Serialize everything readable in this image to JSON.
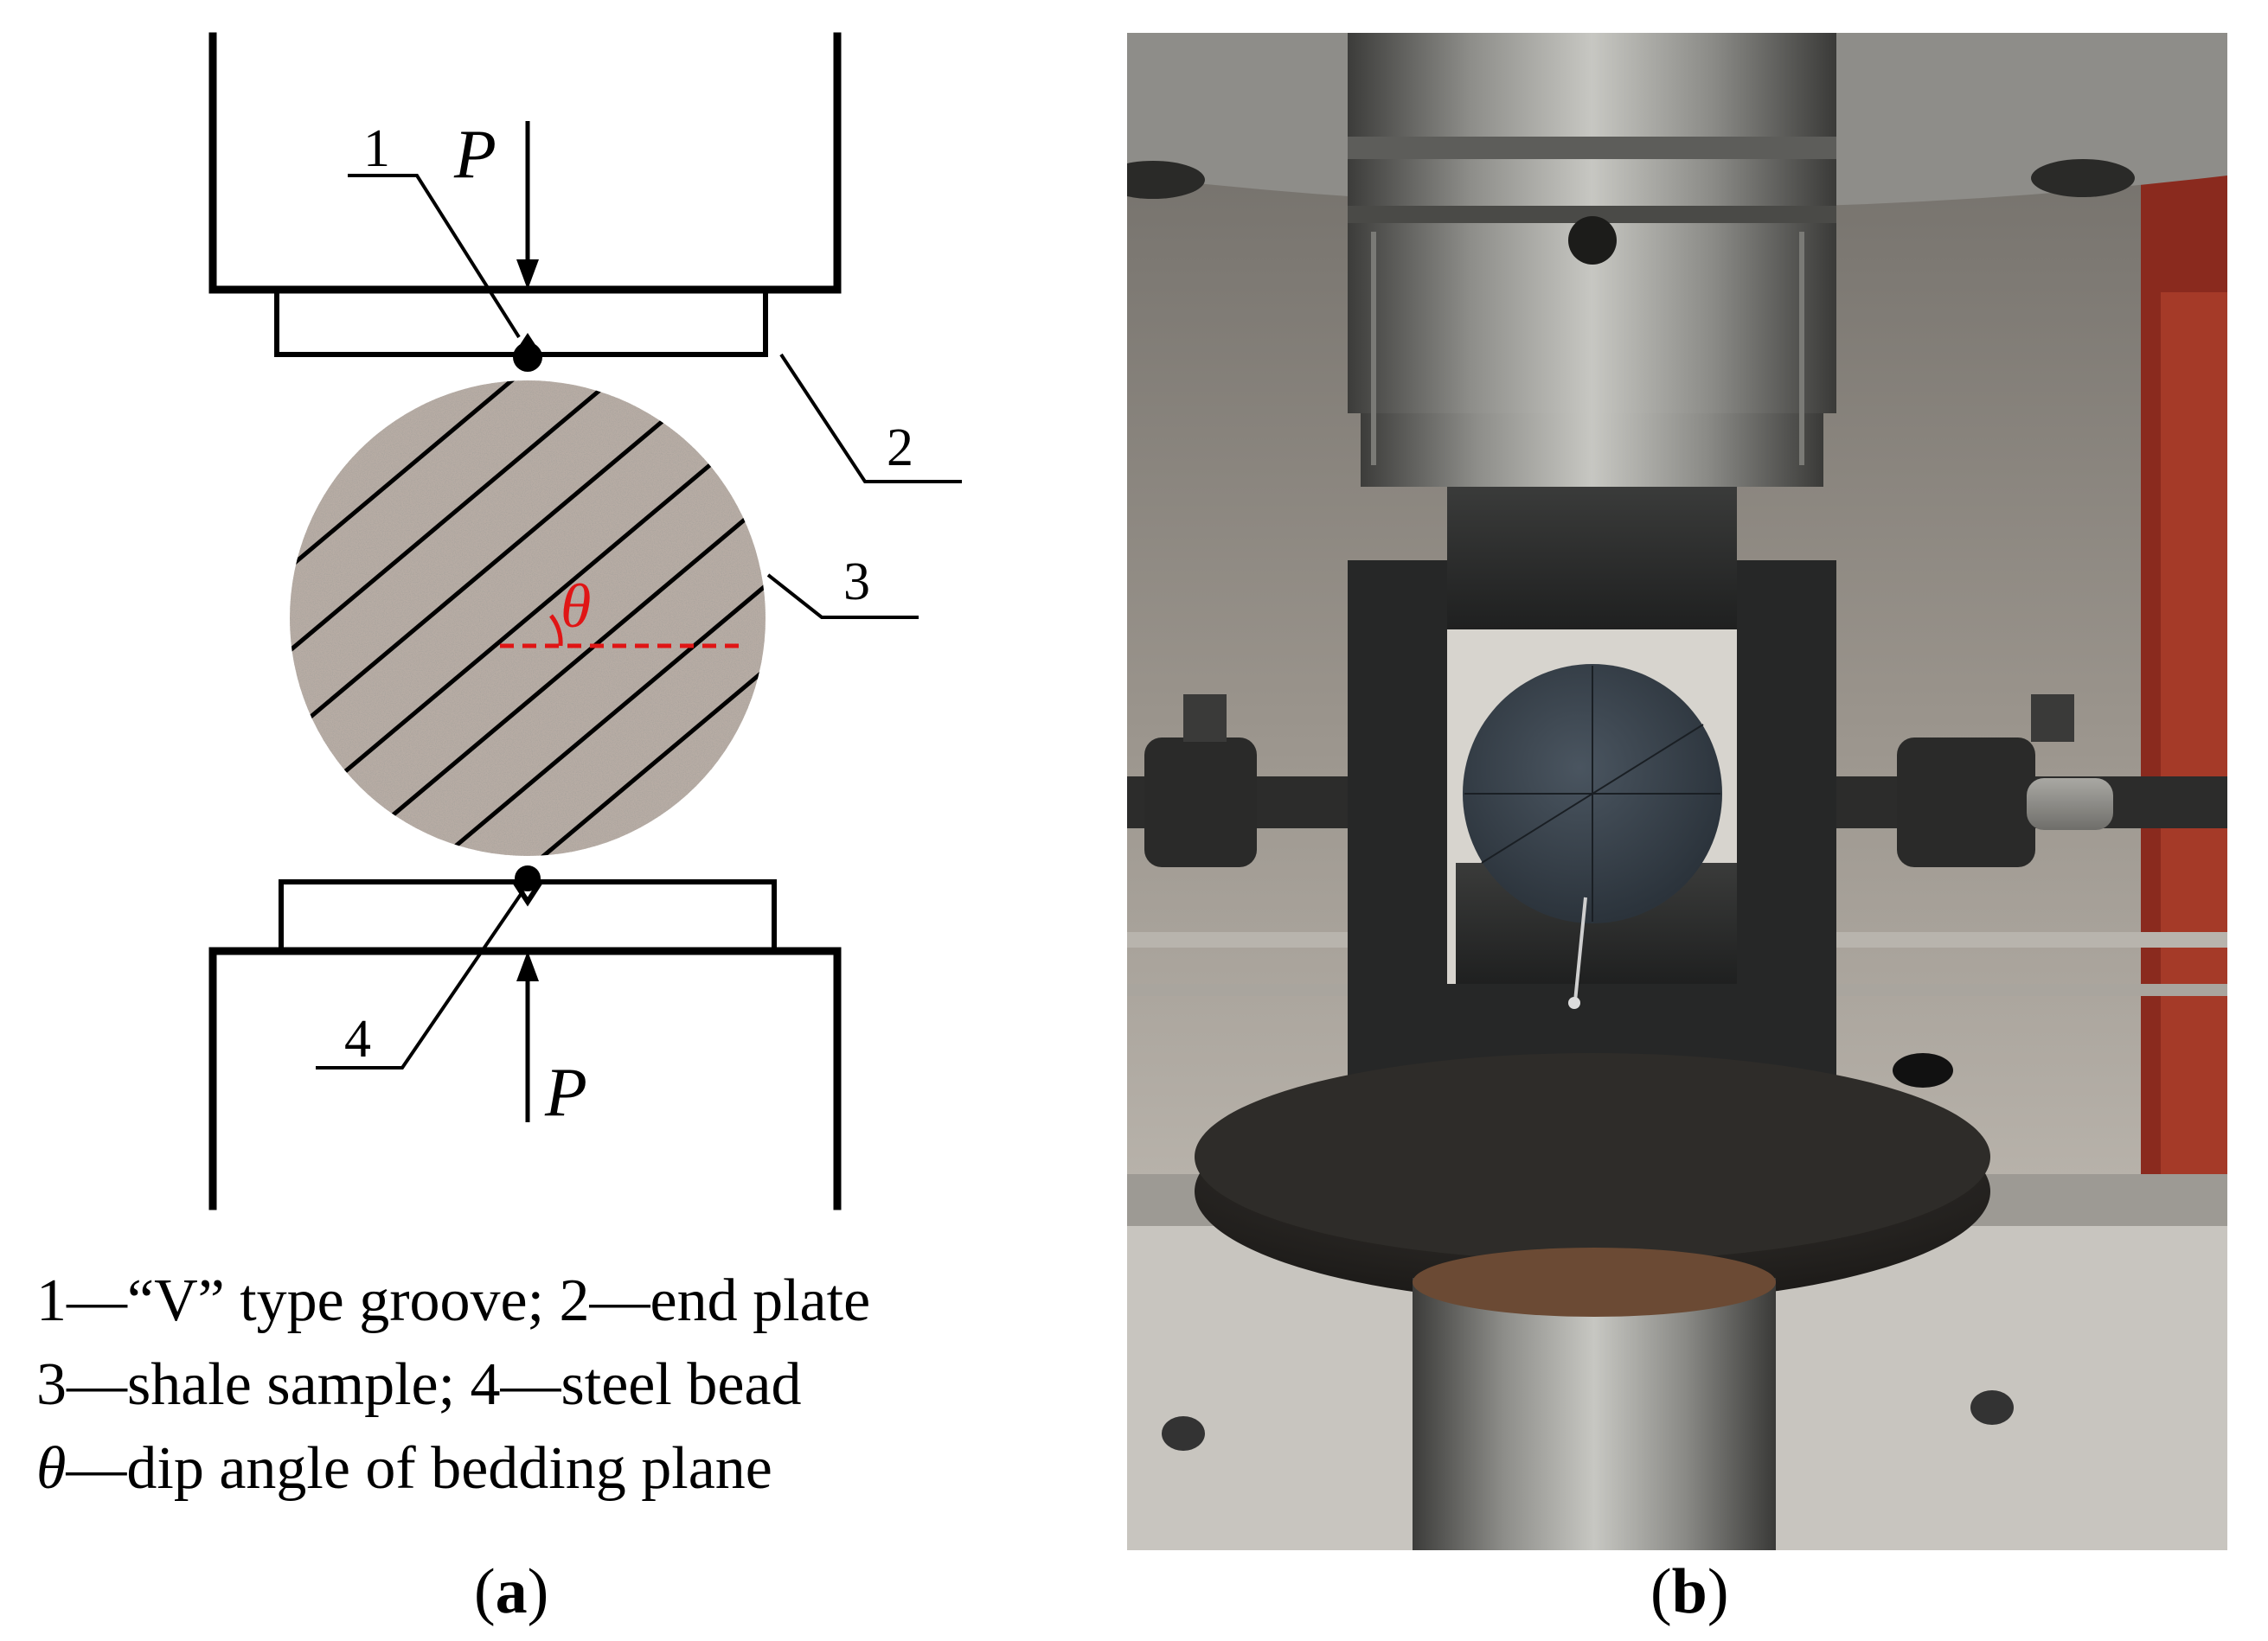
{
  "diagram": {
    "force_top": "P",
    "force_bottom": "P",
    "callouts": [
      "1",
      "2",
      "3",
      "4"
    ],
    "angle_symbol": "θ"
  },
  "legend": {
    "line1": "1—“V” type groove; 2—end plate",
    "line2": "3—shale sample; 4—steel bead",
    "line3_symbol": "θ",
    "line3_text": "—dip angle of bedding plane"
  },
  "labels": {
    "a": "a",
    "b": "b"
  },
  "colors": {
    "line": "#000000",
    "angle": "#e01515",
    "shale": "#9a8f86"
  }
}
